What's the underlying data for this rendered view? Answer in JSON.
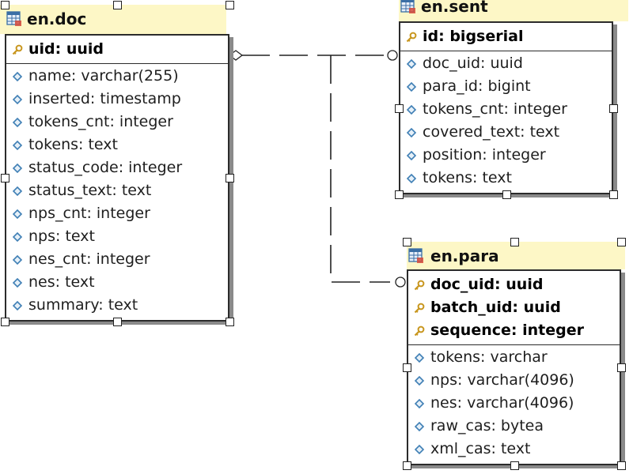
{
  "diagram": {
    "entities": [
      {
        "id": "en-doc",
        "title": "en.doc",
        "pk_fields": [
          {
            "text": "uid: uuid",
            "icon": "key-icon"
          }
        ],
        "fields": [
          {
            "text": "name: varchar(255)",
            "icon": "diamond-icon"
          },
          {
            "text": "inserted: timestamp",
            "icon": "diamond-icon"
          },
          {
            "text": "tokens_cnt: integer",
            "icon": "diamond-icon"
          },
          {
            "text": "tokens: text",
            "icon": "diamond-icon"
          },
          {
            "text": "status_code: integer",
            "icon": "diamond-icon"
          },
          {
            "text": "status_text: text",
            "icon": "diamond-icon"
          },
          {
            "text": "nps_cnt: integer",
            "icon": "diamond-icon"
          },
          {
            "text": "nps: text",
            "icon": "diamond-icon"
          },
          {
            "text": "nes_cnt: integer",
            "icon": "diamond-icon"
          },
          {
            "text": "nes: text",
            "icon": "diamond-icon"
          },
          {
            "text": "summary: text",
            "icon": "diamond-icon"
          }
        ]
      },
      {
        "id": "en-sent",
        "title": "en.sent",
        "pk_fields": [
          {
            "text": "id: bigserial",
            "icon": "key-icon"
          }
        ],
        "fields": [
          {
            "text": "doc_uid: uuid",
            "icon": "diamond-icon"
          },
          {
            "text": "para_id: bigint",
            "icon": "diamond-icon"
          },
          {
            "text": "tokens_cnt: integer",
            "icon": "diamond-icon"
          },
          {
            "text": "covered_text: text",
            "icon": "diamond-icon"
          },
          {
            "text": "position: integer",
            "icon": "diamond-icon"
          },
          {
            "text": "tokens: text",
            "icon": "diamond-icon"
          }
        ]
      },
      {
        "id": "en-para",
        "title": "en.para",
        "pk_fields": [
          {
            "text": "doc_uid: uuid",
            "icon": "key-icon"
          },
          {
            "text": "batch_uid: uuid",
            "icon": "key-icon"
          },
          {
            "text": "sequence: integer",
            "icon": "key-icon"
          }
        ],
        "fields": [
          {
            "text": "tokens: varchar",
            "icon": "diamond-icon"
          },
          {
            "text": "nps: varchar(4096)",
            "icon": "diamond-icon"
          },
          {
            "text": "nes: varchar(4096)",
            "icon": "diamond-icon"
          },
          {
            "text": "raw_cas: bytea",
            "icon": "diamond-icon"
          },
          {
            "text": "xml_cas: text",
            "icon": "diamond-icon"
          }
        ]
      }
    ],
    "relationships": [
      {
        "from": "en.doc",
        "to": "en.sent",
        "style": "dashed",
        "from_end": "diamond",
        "to_end": "circle"
      },
      {
        "from": "en.doc",
        "to": "en.para",
        "style": "dashed",
        "from_end": "diamond",
        "to_end": "circle"
      }
    ],
    "colors": {
      "title_bg": "#fdf7c6",
      "border": "#2b2b2b",
      "shadow": "#8a8a8a",
      "key_icon": "#c8961e",
      "field_icon": "#3f7fb5"
    }
  }
}
